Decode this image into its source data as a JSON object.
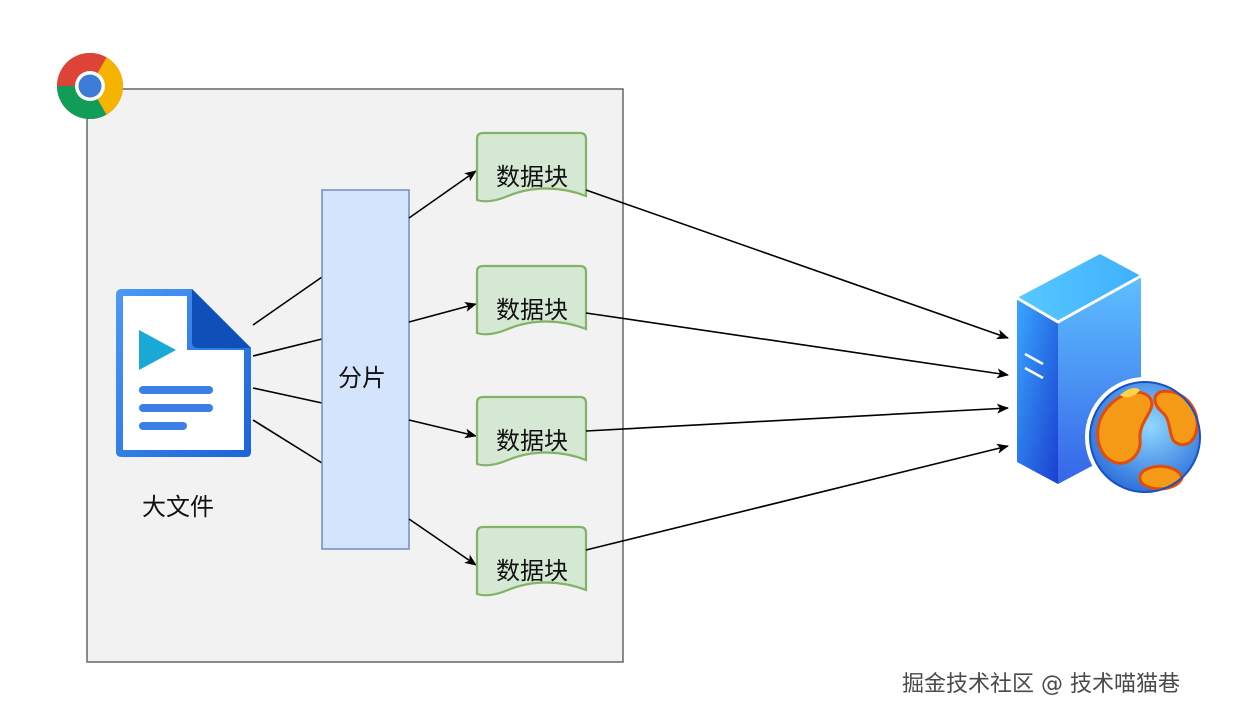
{
  "file_label": "大文件",
  "slicer_label": "分片",
  "chunks": [
    {
      "label": "数据块"
    },
    {
      "label": "数据块"
    },
    {
      "label": "数据块"
    },
    {
      "label": "数据块"
    }
  ],
  "watermark": "掘金技术社区 @ 技术喵猫巷",
  "icons": {
    "browser": "chrome-icon",
    "file": "video-file-icon",
    "server": "server-icon",
    "globe": "globe-icon"
  },
  "colors": {
    "container_fill": "#f2f2f2",
    "container_stroke": "#666666",
    "slicer_fill": "#d4e4fc",
    "slicer_stroke": "#6c8ebf",
    "chunk_fill": "#d5e8d4",
    "chunk_stroke": "#82b366",
    "arrow": "#000000"
  }
}
